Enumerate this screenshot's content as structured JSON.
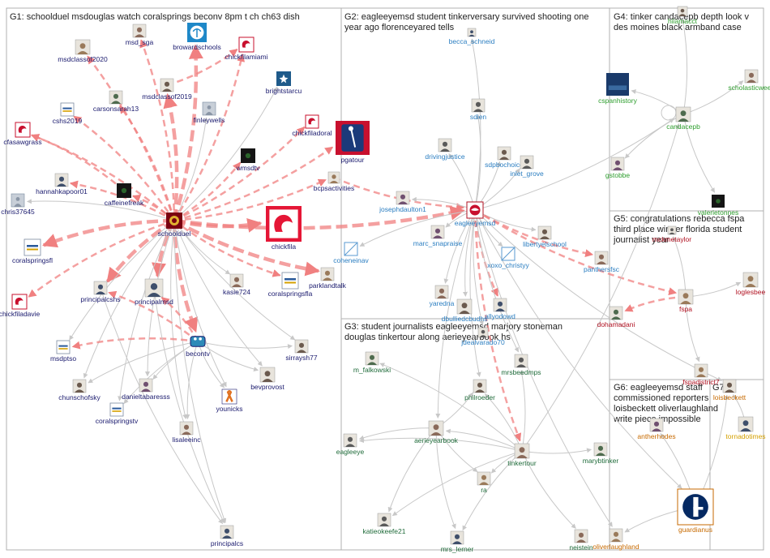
{
  "colors": {
    "g1": "#1a1a6e",
    "g2": "#2b7ec1",
    "g3": "#1f6b3a",
    "g4": "#2e9e2e",
    "g5": "#b01020",
    "g6": "#c76a00",
    "g7": "#d4a000",
    "edge": "#c8c8c8",
    "edge_strong": "#f08080",
    "panel_border": "#b0b0b0"
  },
  "groups": [
    {
      "id": "G1",
      "title_lines": [
        "G1: schoolduel msdouglas watch coralsprings beconv 8pm t ch ch63 dish"
      ]
    },
    {
      "id": "G2",
      "title_lines": [
        "G2: eagleeyemsd student tinkerversary survived shooting one",
        "year ago florenceyared tells"
      ]
    },
    {
      "id": "G3",
      "title_lines": [
        "G3: student journalists eagleeyemsd marjory stoneman",
        "douglas tinkertour along aerieyearbook hs"
      ]
    },
    {
      "id": "G4",
      "title_lines": [
        "G4: tinker candacepb depth look v",
        "des moines black armband case"
      ]
    },
    {
      "id": "G5",
      "title_lines": [
        "G5: congratulations rebecca fspa",
        "third place winner florida student",
        "journalist year"
      ]
    },
    {
      "id": "G6",
      "title_lines": [
        "G6: eagleeyemsd staff",
        "commissioned reporters",
        "loisbeckett oliverlaughland",
        "write piece impossible"
      ]
    },
    {
      "id": "G7",
      "title_lines": [
        "G7"
      ]
    }
  ],
  "nodes": [
    {
      "id": "schoolduel",
      "label": "schoolduel",
      "g": "g1",
      "icon": "red-badge"
    },
    {
      "id": "msd_sga",
      "label": "msd_sga",
      "g": "g1",
      "icon": "photo"
    },
    {
      "id": "browardschools",
      "label": "browardschools",
      "g": "g1",
      "icon": "palm"
    },
    {
      "id": "chickfilamiami",
      "label": "chickfilamiami",
      "g": "g1",
      "icon": "chick"
    },
    {
      "id": "msdclassof2020",
      "label": "msdclassof2020",
      "g": "g1",
      "icon": "photo"
    },
    {
      "id": "brightstarcu",
      "label": "brightstarcu",
      "g": "g1",
      "icon": "star"
    },
    {
      "id": "msdclassof2019",
      "label": "msdclassof2019",
      "g": "g1",
      "icon": "photo"
    },
    {
      "id": "carsonsarah13",
      "label": "carsonsarah13",
      "g": "g1",
      "icon": "photo"
    },
    {
      "id": "cshs2019",
      "label": "cshs2019",
      "g": "g1",
      "icon": "text"
    },
    {
      "id": "finleywells",
      "label": "finleywells",
      "g": "g1",
      "icon": "default"
    },
    {
      "id": "chickfiladoral",
      "label": "chickfiladoral",
      "g": "g1",
      "icon": "chick"
    },
    {
      "id": "cfasawgrass",
      "label": "cfasawgrass",
      "g": "g1",
      "icon": "chick"
    },
    {
      "id": "wmsdtv",
      "label": "wmsdtv",
      "g": "g1",
      "icon": "dark"
    },
    {
      "id": "pgatour",
      "label": "pgatour",
      "g": "g1",
      "icon": "pga"
    },
    {
      "id": "bcpsactivities",
      "label": "bcpsactivities",
      "g": "g1",
      "icon": "photo"
    },
    {
      "id": "hannahkapoor01",
      "label": "hannahkapoor01",
      "g": "g1",
      "icon": "photo"
    },
    {
      "id": "caffeinefreak",
      "label": "caffeinefreak",
      "g": "g1",
      "icon": "dark"
    },
    {
      "id": "chris37645",
      "label": "chris37645",
      "g": "g1",
      "icon": "default"
    },
    {
      "id": "chickfila",
      "label": "chickfila",
      "g": "g1",
      "icon": "chick-big"
    },
    {
      "id": "coralspringsfl",
      "label": "coralspringsfl",
      "g": "g1",
      "icon": "text"
    },
    {
      "id": "parklandtalk",
      "label": "parklandtalk",
      "g": "g1",
      "icon": "photo"
    },
    {
      "id": "kasie724",
      "label": "kasie724",
      "g": "g1",
      "icon": "photo"
    },
    {
      "id": "coralspringsfla",
      "label": "coralspringsfla",
      "g": "g1",
      "icon": "text"
    },
    {
      "id": "principalcshs",
      "label": "principalcshs",
      "g": "g1",
      "icon": "photo"
    },
    {
      "id": "principalmsd",
      "label": "principalmsd",
      "g": "g1",
      "icon": "photo"
    },
    {
      "id": "chickfiladavie",
      "label": "chickfiladavie",
      "g": "g1",
      "icon": "chick"
    },
    {
      "id": "msdptso",
      "label": "msdptso",
      "g": "g1",
      "icon": "text"
    },
    {
      "id": "becontv",
      "label": "becontv",
      "g": "g1",
      "icon": "tv"
    },
    {
      "id": "sirraysh77",
      "label": "sirraysh77",
      "g": "g1",
      "icon": "photo"
    },
    {
      "id": "chunschofsky",
      "label": "chunschofsky",
      "g": "g1",
      "icon": "photo"
    },
    {
      "id": "danieltabaresss",
      "label": "danieltabaresss",
      "g": "g1",
      "icon": "photo"
    },
    {
      "id": "bevprovost",
      "label": "bevprovost",
      "g": "g1",
      "icon": "photo"
    },
    {
      "id": "coralspringstv",
      "label": "coralspringstv",
      "g": "g1",
      "icon": "text"
    },
    {
      "id": "younicks",
      "label": "younicks",
      "g": "g1",
      "icon": "ribbon"
    },
    {
      "id": "lisaleeinc",
      "label": "lisaleeinc",
      "g": "g1",
      "icon": "photo"
    },
    {
      "id": "principalcs",
      "label": "principalcs",
      "g": "g1",
      "icon": "photo"
    },
    {
      "id": "becca_schneid",
      "label": "becca_schneid",
      "g": "g2",
      "icon": "photo"
    },
    {
      "id": "sdien",
      "label": "sdien",
      "g": "g2",
      "icon": "photo"
    },
    {
      "id": "drivingjustice",
      "label": "drivingjustice",
      "g": "g2",
      "icon": "photo"
    },
    {
      "id": "sdpbochoice",
      "label": "sdpbochoice",
      "g": "g2",
      "icon": "photo"
    },
    {
      "id": "inlet_grove",
      "label": "inlet_grove",
      "g": "g2",
      "icon": "photo"
    },
    {
      "id": "josephdaulton1",
      "label": "josephdaulton1",
      "g": "g2",
      "icon": "photo"
    },
    {
      "id": "eagleeyemsd",
      "label": "eagleeyemsd",
      "g": "g2",
      "icon": "eagle"
    },
    {
      "id": "marc_snapraise",
      "label": "marc_snapraise",
      "g": "g2",
      "icon": "photo"
    },
    {
      "id": "libertyelschool",
      "label": "libertyelschool",
      "g": "g2",
      "icon": "photo"
    },
    {
      "id": "coheneinav",
      "label": "coheneinav",
      "g": "g2",
      "icon": "broken"
    },
    {
      "id": "xoxo_christyy",
      "label": "xoxo_christyy",
      "g": "g2",
      "icon": "broken"
    },
    {
      "id": "panthersfsc",
      "label": "panthersfsc",
      "g": "g2",
      "icon": "photo"
    },
    {
      "id": "yaredna",
      "label": "yaredna",
      "g": "g2",
      "icon": "photo"
    },
    {
      "id": "dbulliedcbudhs",
      "label": "dbulliedcbudhs",
      "g": "g2",
      "icon": "photo"
    },
    {
      "id": "allyodowd",
      "label": "allyodowd",
      "g": "g2",
      "icon": "photo"
    },
    {
      "id": "jdealvarado70",
      "label": "jdealvarado70",
      "g": "g2",
      "icon": "photo"
    },
    {
      "id": "m_falkowski",
      "label": "m_falkowski",
      "g": "g3",
      "icon": "photo"
    },
    {
      "id": "mrsbeedmps",
      "label": "mrsbeedmps",
      "g": "g3",
      "icon": "photo"
    },
    {
      "id": "philroeder",
      "label": "philroeder",
      "g": "g3",
      "icon": "photo"
    },
    {
      "id": "aerieyearbook",
      "label": "aerieyearbook",
      "g": "g3",
      "icon": "photo"
    },
    {
      "id": "eagleeye",
      "label": "eagleeye",
      "g": "g3",
      "icon": "photo"
    },
    {
      "id": "tinkertour",
      "label": "tinkertour",
      "g": "g3",
      "icon": "photo"
    },
    {
      "id": "ra",
      "label": "ra",
      "g": "g3",
      "icon": "photo"
    },
    {
      "id": "marybtinker",
      "label": "marybtinker",
      "g": "g3",
      "icon": "photo"
    },
    {
      "id": "katieokeefe21",
      "label": "katieokeefe21",
      "g": "g3",
      "icon": "photo"
    },
    {
      "id": "mrs_lerner",
      "label": "mrs_lerner",
      "g": "g3",
      "icon": "photo"
    },
    {
      "id": "neistein",
      "label": "neistein",
      "g": "g3",
      "icon": "photo"
    },
    {
      "id": "hiiamacct",
      "label": "hiiamacct",
      "g": "g4",
      "icon": "photo"
    },
    {
      "id": "cspanhistory",
      "label": "cspanhistory",
      "g": "g4",
      "icon": "cspan"
    },
    {
      "id": "scholasticweek",
      "label": "scholasticweek",
      "g": "g4",
      "icon": "photo"
    },
    {
      "id": "candacepb",
      "label": "candacepb",
      "g": "g4",
      "icon": "photo"
    },
    {
      "id": "gstobbe",
      "label": "gstobbe",
      "g": "g4",
      "icon": "photo"
    },
    {
      "id": "valerietonnes",
      "label": "valerietonnes",
      "g": "g4",
      "icon": "dark"
    },
    {
      "id": "mckmetaylor",
      "label": "mckmetaylor",
      "g": "g5",
      "icon": "photo"
    },
    {
      "id": "loglesbee",
      "label": "loglesbee",
      "g": "g5",
      "icon": "photo"
    },
    {
      "id": "fspa",
      "label": "fspa",
      "g": "g5",
      "icon": "photo"
    },
    {
      "id": "dohamadani",
      "label": "dohamadani",
      "g": "g5",
      "icon": "photo"
    },
    {
      "id": "fspadistrict7",
      "label": "fspadistrict7",
      "g": "g5",
      "icon": "photo"
    },
    {
      "id": "loisbeckett",
      "label": "loisbeckett",
      "g": "g6",
      "icon": "photo"
    },
    {
      "id": "antherhodes",
      "label": "antherhodes",
      "g": "g6",
      "icon": "photo"
    },
    {
      "id": "guardianus",
      "label": "guardianus",
      "g": "g6",
      "icon": "guardian"
    },
    {
      "id": "oliverlaughland",
      "label": "oliverlaughland",
      "g": "g6",
      "icon": "photo"
    },
    {
      "id": "tornadotimes",
      "label": "tornadotimes",
      "g": "g7",
      "icon": "photo"
    }
  ],
  "edges": [
    [
      "schoolduel",
      "msd_sga",
      1
    ],
    [
      "schoolduel",
      "browardschools",
      2
    ],
    [
      "schoolduel",
      "chickfilamiami",
      1
    ],
    [
      "schoolduel",
      "msdclassof2020",
      1
    ],
    [
      "schoolduel",
      "brightstarcu",
      0
    ],
    [
      "schoolduel",
      "msdclassof2019",
      2
    ],
    [
      "schoolduel",
      "carsonsarah13",
      1
    ],
    [
      "schoolduel",
      "cshs2019",
      1
    ],
    [
      "schoolduel",
      "finleywells",
      0
    ],
    [
      "schoolduel",
      "chickfiladoral",
      1
    ],
    [
      "schoolduel",
      "cfasawgrass",
      1
    ],
    [
      "schoolduel",
      "wmsdtv",
      1
    ],
    [
      "schoolduel",
      "pgatour",
      1
    ],
    [
      "schoolduel",
      "bcpsactivities",
      1
    ],
    [
      "schoolduel",
      "hannahkapoor01",
      1
    ],
    [
      "schoolduel",
      "caffeinefreak",
      1
    ],
    [
      "schoolduel",
      "chris37645",
      0
    ],
    [
      "schoolduel",
      "chickfila",
      2
    ],
    [
      "schoolduel",
      "coralspringsfl",
      2
    ],
    [
      "schoolduel",
      "parklandtalk",
      2
    ],
    [
      "schoolduel",
      "kasie724",
      0
    ],
    [
      "schoolduel",
      "coralspringsfla",
      1
    ],
    [
      "schoolduel",
      "principalcshs",
      2
    ],
    [
      "schoolduel",
      "principalmsd",
      2
    ],
    [
      "schoolduel",
      "chickfiladavie",
      1
    ],
    [
      "schoolduel",
      "msdptso",
      0
    ],
    [
      "schoolduel",
      "becontv",
      2
    ],
    [
      "schoolduel",
      "sirraysh77",
      0
    ],
    [
      "schoolduel",
      "chunschofsky",
      0
    ],
    [
      "schoolduel",
      "danieltabaresss",
      0
    ],
    [
      "schoolduel",
      "bevprovost",
      0
    ],
    [
      "schoolduel",
      "coralspringstv",
      0
    ],
    [
      "schoolduel",
      "younicks",
      0
    ],
    [
      "schoolduel",
      "lisaleeinc",
      0
    ],
    [
      "schoolduel",
      "principalcs",
      0
    ],
    [
      "schoolduel",
      "eagleeyemsd",
      2
    ],
    [
      "becontv",
      "principalcshs",
      1
    ],
    [
      "becontv",
      "principalmsd",
      1
    ],
    [
      "becontv",
      "msdptso",
      1
    ],
    [
      "becontv",
      "chunschofsky",
      0
    ],
    [
      "becontv",
      "danieltabaresss",
      0
    ],
    [
      "becontv",
      "coralspringstv",
      0
    ],
    [
      "becontv",
      "younicks",
      0
    ],
    [
      "becontv",
      "lisaleeinc",
      0
    ],
    [
      "becontv",
      "bevprovost",
      0
    ],
    [
      "becontv",
      "sirraysh77",
      0
    ],
    [
      "principalcshs",
      "principalcs",
      0
    ],
    [
      "principalmsd",
      "principalcs",
      0
    ],
    [
      "caffeinefreak",
      "cfasawgrass",
      1
    ],
    [
      "msdclassof2019",
      "chickfilamiami",
      1
    ],
    [
      "bcpsactivities",
      "eagleeyemsd",
      1
    ],
    [
      "eagleeyemsd",
      "becca_schneid",
      0
    ],
    [
      "eagleeyemsd",
      "sdien",
      0
    ],
    [
      "eagleeyemsd",
      "drivingjustice",
      0
    ],
    [
      "eagleeyemsd",
      "sdpbochoice",
      0
    ],
    [
      "eagleeyemsd",
      "inlet_grove",
      0
    ],
    [
      "eagleeyemsd",
      "josephdaulton1",
      0
    ],
    [
      "eagleeyemsd",
      "marc_snapraise",
      0
    ],
    [
      "eagleeyemsd",
      "libertyelschool",
      0
    ],
    [
      "eagleeyemsd",
      "coheneinav",
      0
    ],
    [
      "eagleeyemsd",
      "xoxo_christyy",
      0
    ],
    [
      "eagleeyemsd",
      "panthersfsc",
      1
    ],
    [
      "eagleeyemsd",
      "yaredna",
      0
    ],
    [
      "eagleeyemsd",
      "dbulliedcbudhs",
      0
    ],
    [
      "eagleeyemsd",
      "allyodowd",
      1
    ],
    [
      "eagleeyemsd",
      "jdealvarado70",
      0
    ],
    [
      "eagleeyemsd",
      "fspa",
      1
    ],
    [
      "eagleeyemsd",
      "tinkertour",
      1
    ],
    [
      "eagleeyemsd",
      "candacepb",
      0
    ],
    [
      "eagleeyemsd",
      "mrsbeedmps",
      0
    ],
    [
      "eagleeyemsd",
      "aerieyearbook",
      0
    ],
    [
      "eagleeyemsd",
      "philroeder",
      0
    ],
    [
      "eagleeyemsd",
      "loisbeckett",
      0
    ],
    [
      "eagleeyemsd",
      "guardianus",
      0
    ],
    [
      "eagleeyemsd",
      "oliverlaughland",
      0
    ],
    [
      "tinkertour",
      "m_falkowski",
      0
    ],
    [
      "tinkertour",
      "mrsbeedmps",
      0
    ],
    [
      "tinkertour",
      "philroeder",
      0
    ],
    [
      "tinkertour",
      "aerieyearbook",
      0
    ],
    [
      "tinkertour",
      "eagleeye",
      0
    ],
    [
      "tinkertour",
      "ra",
      0
    ],
    [
      "tinkertour",
      "marybtinker",
      0
    ],
    [
      "tinkertour",
      "katieokeefe21",
      0
    ],
    [
      "tinkertour",
      "mrs_lerner",
      0
    ],
    [
      "tinkertour",
      "neistein",
      0
    ],
    [
      "tinkertour",
      "candacepb",
      0
    ],
    [
      "aerieyearbook",
      "eagleeye",
      0
    ],
    [
      "aerieyearbook",
      "katieokeefe21",
      0
    ],
    [
      "aerieyearbook",
      "mrs_lerner",
      0
    ],
    [
      "aerieyearbook",
      "ra",
      0
    ],
    [
      "aerieyearbook",
      "philroeder",
      0
    ],
    [
      "candacepb",
      "hiiamacct",
      0
    ],
    [
      "candacepb",
      "cspanhistory",
      0
    ],
    [
      "candacepb",
      "scholasticweek",
      0
    ],
    [
      "candacepb",
      "gstobbe",
      0
    ],
    [
      "candacepb",
      "valerietonnes",
      0
    ],
    [
      "fspa",
      "mckmetaylor",
      0
    ],
    [
      "fspa",
      "loglesbee",
      0
    ],
    [
      "fspa",
      "dohamadani",
      1
    ],
    [
      "fspa",
      "fspadistrict7",
      0
    ],
    [
      "guardianus",
      "loisbeckett",
      0
    ],
    [
      "guardianus",
      "antherhodes",
      0
    ],
    [
      "guardianus",
      "oliverlaughland",
      0
    ],
    [
      "tornadotimes",
      "loisbeckett",
      0
    ]
  ]
}
